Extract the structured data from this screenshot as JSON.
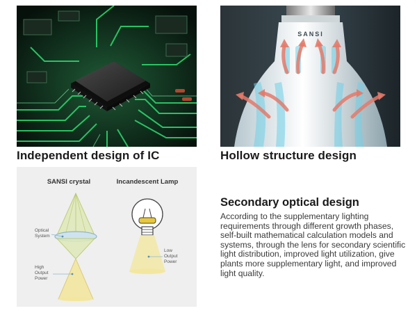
{
  "left_column": {
    "ic_caption": "Independent design of IC"
  },
  "right_column": {
    "hollow_caption": "Hollow structure design",
    "bulb_brand": "SANSI"
  },
  "diagram": {
    "left_title": "SANSI crystal",
    "right_title": "Incandescent Lamp",
    "optical_system_label": [
      "Optical",
      "System"
    ],
    "high_output_label": [
      "High",
      "Output",
      "Power"
    ],
    "low_output_label": [
      "Low",
      "Output",
      "Power"
    ]
  },
  "optical": {
    "title": "Secondary optical design",
    "body": "According to the supplementary lighting requirements through different growth phases, self-built mathematical calculation models and systems, through the lens for secondary scientific light distribution, improved light utilization, give plants more supplementary light, and improved light quality."
  },
  "colors": {
    "pcb_green": "#2bd36a",
    "beam_yellow": "#f3e7a0",
    "arrow_red": "#e57a6a",
    "text_dark": "#1a1a1a"
  }
}
